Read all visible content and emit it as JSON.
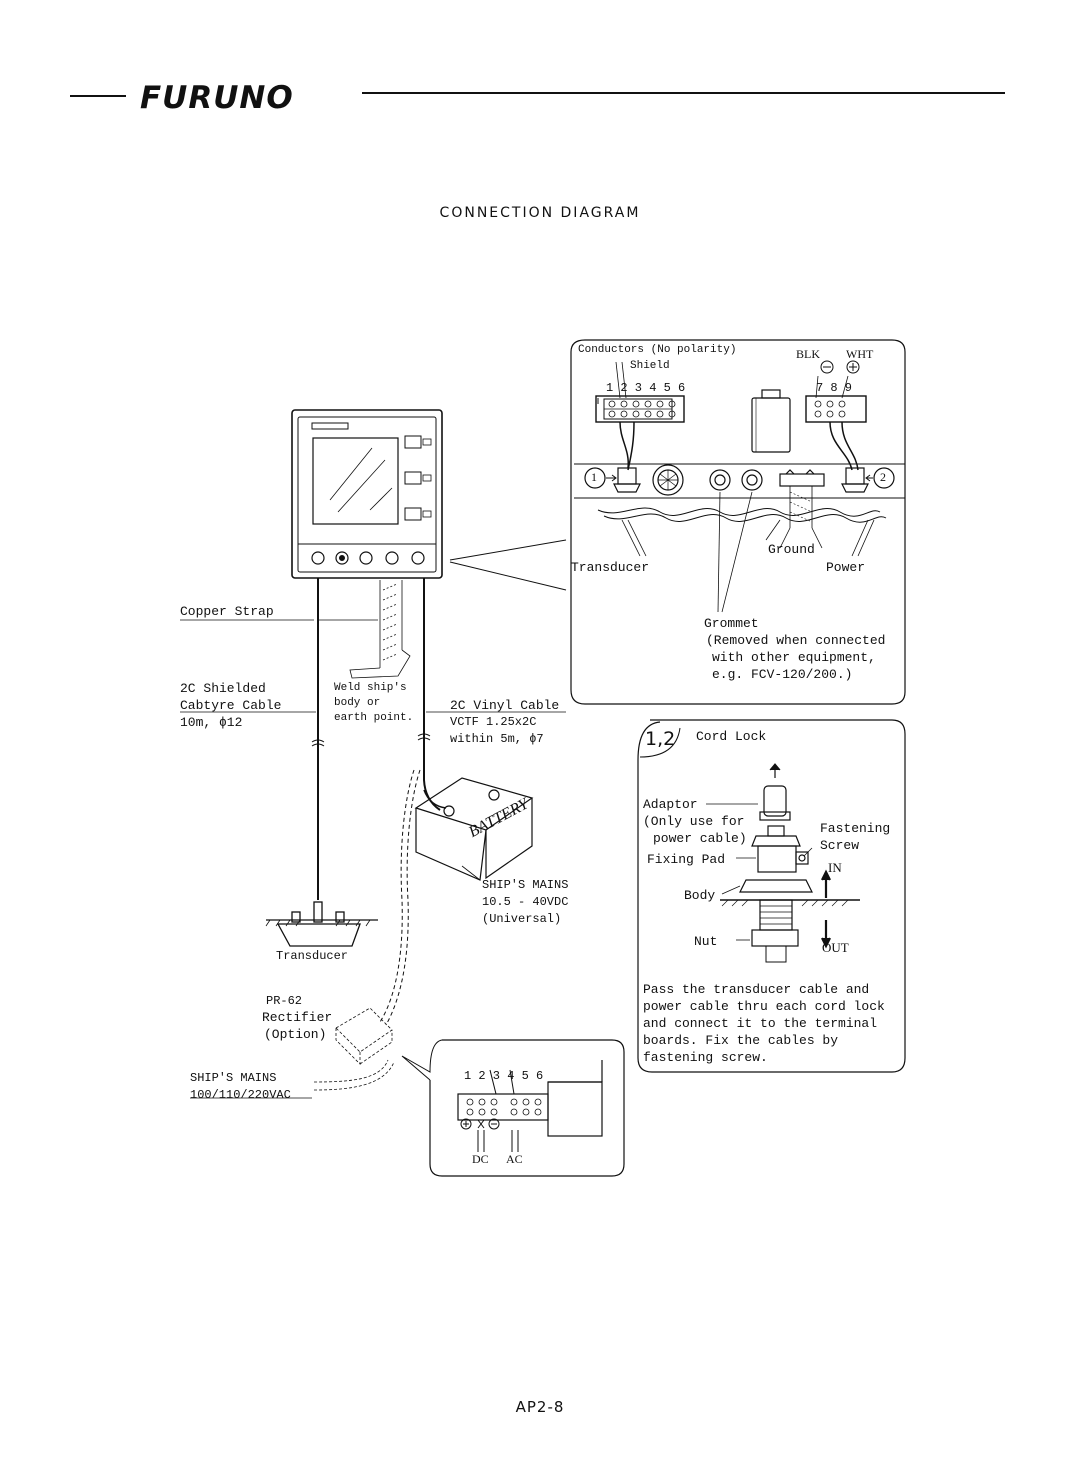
{
  "header": {
    "brand": "FURUNO"
  },
  "title": "CONNECTION DIAGRAM",
  "page_number": "AP2-8",
  "terminal_callout": {
    "conductors": "Conductors (No polarity)",
    "shield": "Shield",
    "left_terminal_numbers": "1 2 3 4 5 6",
    "blk": "BLK",
    "wht": "WHT",
    "right_terminal_numbers": "7 8 9",
    "marker_1": "1",
    "marker_2": "2",
    "ground": "Ground",
    "transducer": "Transducer",
    "power": "Power",
    "grommet": "Grommet",
    "grommet_note_1": "(Removed when connected",
    "grommet_note_2": "with other equipment,",
    "grommet_note_3": "e.g. FCV-120/200.)"
  },
  "left_labels": {
    "copper_strap": "Copper Strap",
    "shielded_1": "2C Shielded",
    "shielded_2": "Cabtyre Cable",
    "shielded_3": "10m, ϕ12",
    "weld_1": "Weld ship's",
    "weld_2": "body or",
    "weld_3": "earth point.",
    "vinyl_1": "2C Vinyl Cable",
    "vinyl_2": "VCTF 1.25x2C",
    "vinyl_3": "within 5m, ϕ7",
    "battery": "BATTERY",
    "mains_dc_1": "SHIP'S MAINS",
    "mains_dc_2": "10.5 - 40VDC",
    "mains_dc_3": "(Universal)",
    "transducer": "Transducer",
    "pr62": "PR-62",
    "rectifier": "Rectifier",
    "option": "(Option)",
    "mains_ac_1": "SHIP'S MAINS",
    "mains_ac_2": "100/110/220VAC"
  },
  "cord_lock": {
    "badge": "1,2",
    "title": "Cord Lock",
    "adaptor": "Adaptor",
    "only_use_1": "(Only use for",
    "only_use_2": "power cable)",
    "fastening": "Fastening",
    "screw": "Screw",
    "fixing_pad": "Fixing Pad",
    "in": "IN",
    "body": "Body",
    "nut": "Nut",
    "out": "OUT",
    "note_1": "Pass the transducer cable and",
    "note_2": "power cable thru each cord lock",
    "note_3": "and connect it to the terminal",
    "note_4": "boards. Fix the cables by",
    "note_5": "fastening screw."
  },
  "power_callout": {
    "numbers": "1 2 3 4 5 6",
    "dc": "DC",
    "ac": "AC"
  }
}
